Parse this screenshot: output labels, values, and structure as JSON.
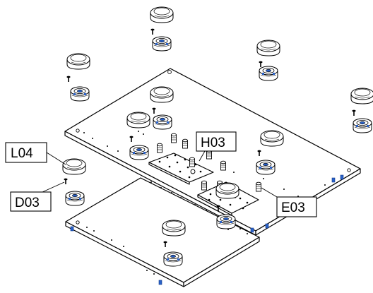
{
  "callouts": {
    "l04": "L04",
    "d03": "D03",
    "h03": "H03",
    "e03": "E03"
  },
  "colors": {
    "line": "#000000",
    "accent_blue": "#2a62c9",
    "background": "#ffffff"
  }
}
